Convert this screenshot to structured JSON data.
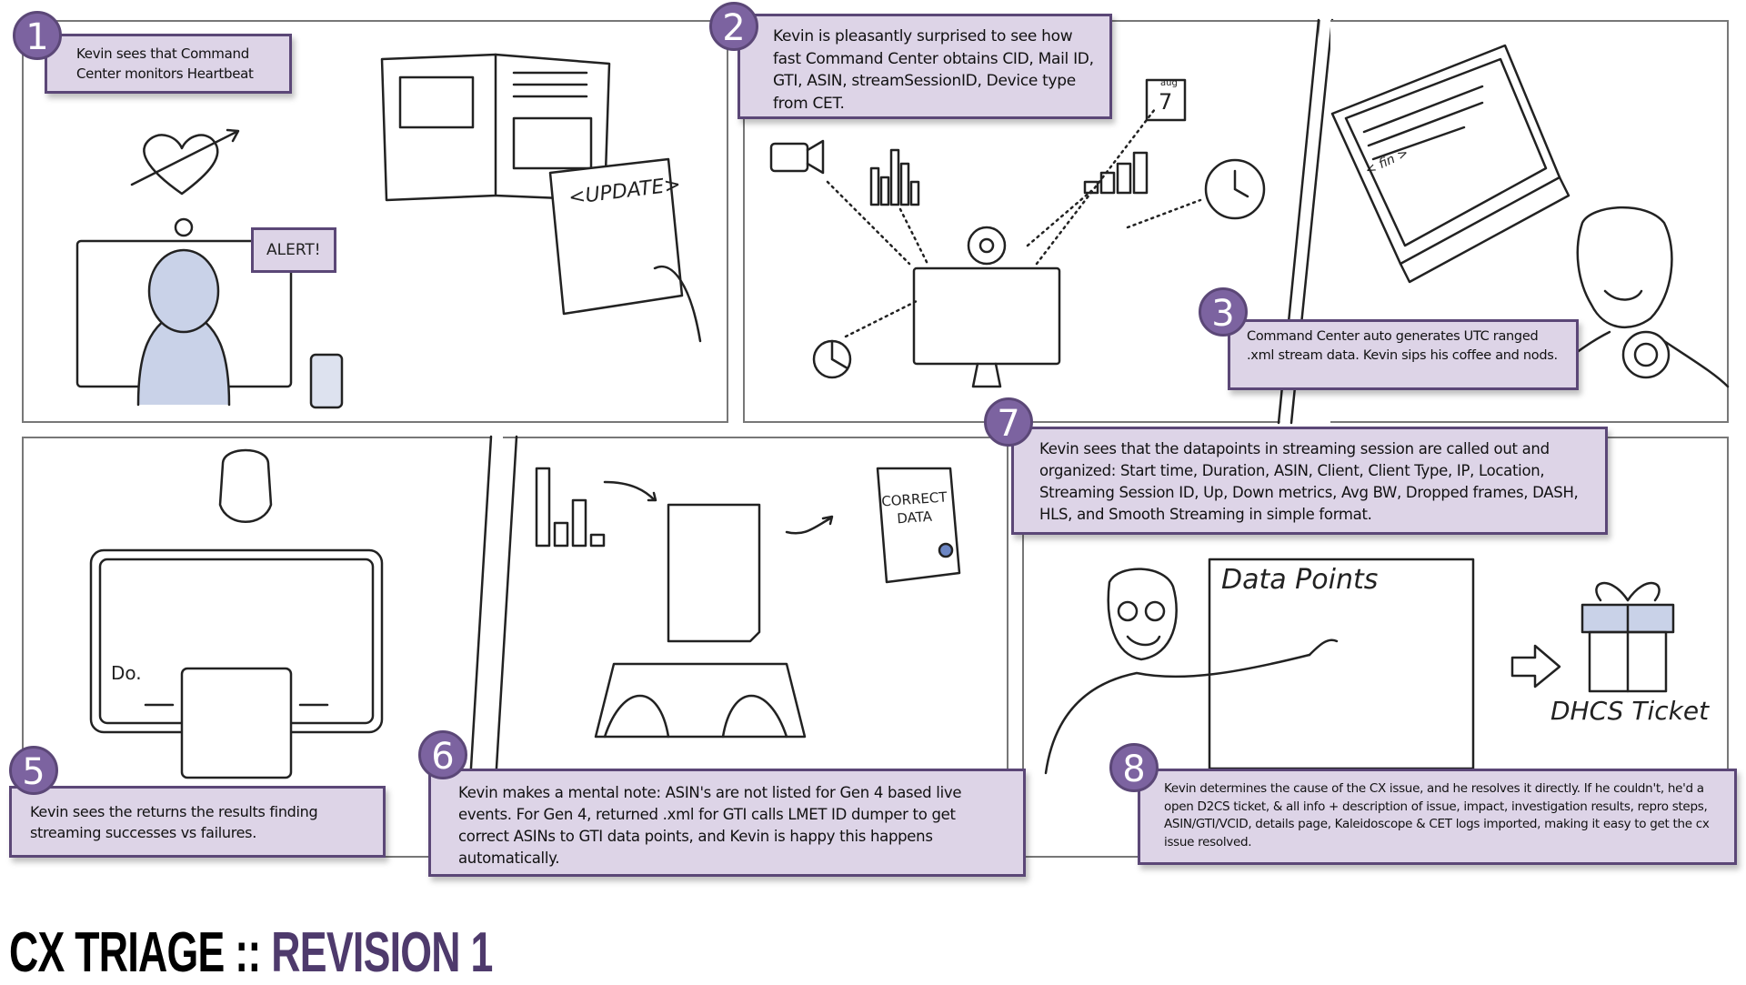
{
  "title": {
    "main": "CX TRIAGE",
    "separator": "::",
    "revision": "REVISION 1"
  },
  "colors": {
    "caption_bg": "#ddd4e7",
    "caption_border": "#5b4777",
    "badge": "#7c63a0",
    "title_accent": "#4e3a6c"
  },
  "panels": [
    {
      "number": "1",
      "caption": "Kevin sees that Command Center monitors Heartbeat",
      "labels": {
        "alert": "ALERT!",
        "update": "<UPDATE>"
      }
    },
    {
      "number": "2",
      "caption": "Kevin is pleasantly surprised to see how fast Command Center obtains CID, Mail ID, GTI, ASIN, streamSessionID, Device type from CET.",
      "labels": {
        "calendar_month": "aug",
        "calendar_day": "7"
      }
    },
    {
      "number": "3",
      "caption": "Command Center auto generates UTC ranged .xml stream data. Kevin sips his coffee and nods.",
      "labels": {
        "screen": "< fin >"
      }
    },
    {
      "number": "5",
      "caption": "Kevin sees the returns the results finding streaming successes vs failures.",
      "labels": {
        "screen": "Do."
      }
    },
    {
      "number": "6",
      "caption": "Kevin makes a mental note: ASIN's are not listed for Gen 4 based live events. For Gen 4, returned .xml for GTI calls LMET ID dumper to get correct ASINs to GTI data points, and Kevin is happy this happens automatically.",
      "labels": {
        "certificate": "CORRECT DATA"
      }
    },
    {
      "number": "7",
      "caption": "Kevin sees that the datapoints in streaming session are called out and organized: Start time, Duration, ASIN, Client, Client Type, IP, Location, Streaming Session ID, Up, Down metrics, Avg BW, Dropped frames, DASH, HLS, and Smooth Streaming in simple format."
    },
    {
      "number": "8",
      "caption": "Kevin determines the cause of the CX issue, and he resolves it directly. If he couldn't, he'd a open D2CS ticket, & all info + description of issue, impact, investigation results, repro steps, ASIN/GTI/VCID, details page, Kaleidoscope & CET logs imported, making it easy to get the cx issue resolved.",
      "labels": {
        "board": "Data Points",
        "ticket": "DHCS Ticket"
      }
    }
  ]
}
